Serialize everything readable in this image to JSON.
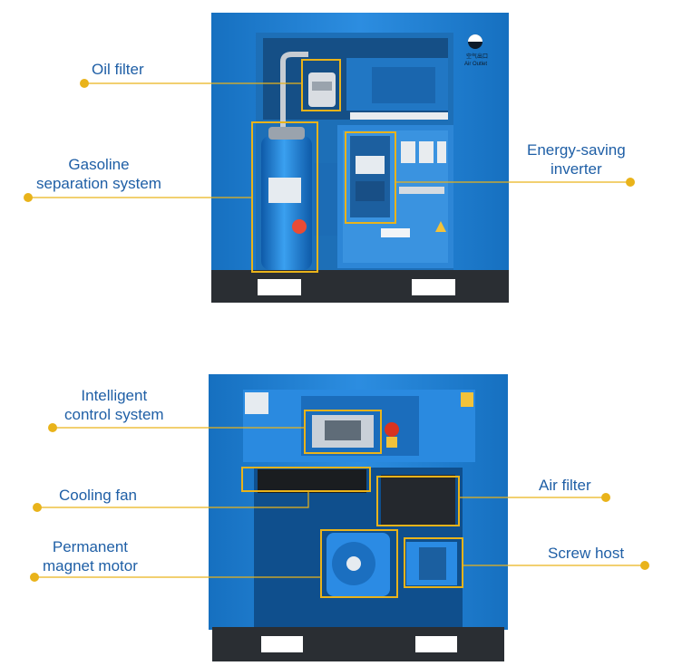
{
  "colors": {
    "cabinet_blue": "#1a7fd1",
    "cabinet_light": "#3b9ae6",
    "cabinet_dark": "#0f5fa3",
    "base_dark": "#2a2e33",
    "callout_gold": "#e9b31a",
    "label_blue": "#1f5fa6"
  },
  "top_unit": {
    "outlet_badge_line1": "空气出口",
    "outlet_badge_line2": "Air Outlet",
    "callouts": [
      {
        "id": "oil-filter",
        "text": "Oil filter"
      },
      {
        "id": "gasoline-separation-system",
        "text": "Gasoline\nseparation system"
      },
      {
        "id": "energy-saving-inverter",
        "text": "Energy-saving\ninverter"
      }
    ]
  },
  "bottom_unit": {
    "callouts": [
      {
        "id": "intelligent-control-system",
        "text": "Intelligent\ncontrol system"
      },
      {
        "id": "cooling-fan",
        "text": "Cooling fan"
      },
      {
        "id": "permanent-magnet-motor",
        "text": "Permanent\nmagnet motor"
      },
      {
        "id": "air-filter",
        "text": "Air filter"
      },
      {
        "id": "screw-host",
        "text": "Screw host"
      }
    ]
  }
}
